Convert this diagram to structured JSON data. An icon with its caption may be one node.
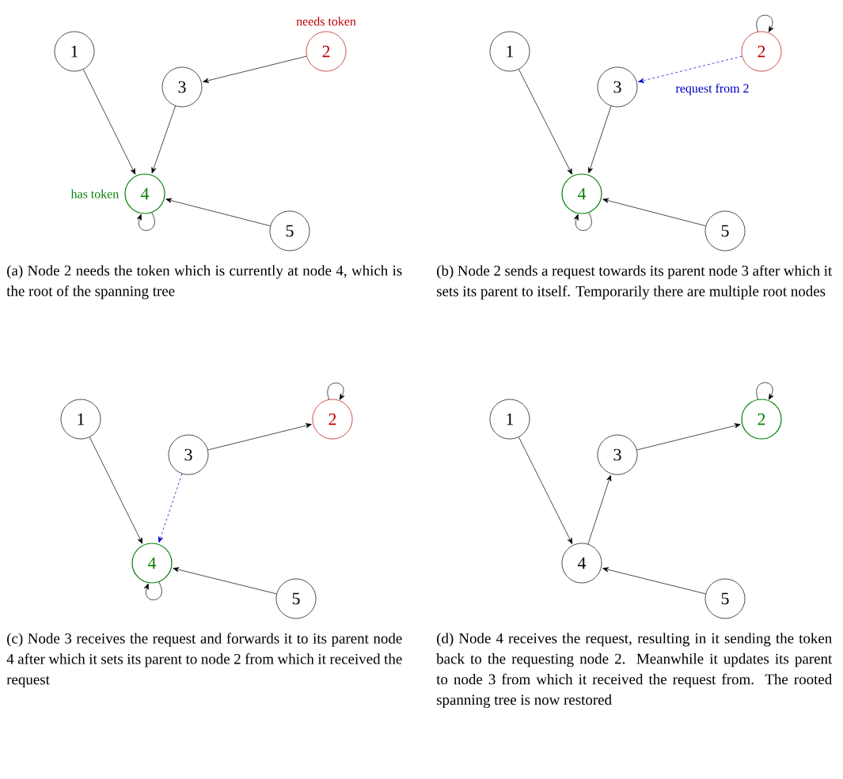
{
  "diagram": {
    "nodes": [
      {
        "text": [
          "1"
        ]
      },
      {
        "text": [
          "2"
        ],
        "beside": [
          "needs token"
        ]
      },
      {
        "text": [
          "3"
        ]
      },
      {
        "text": [
          "4"
        ],
        "beside": [
          "has token"
        ]
      },
      {
        "text": [
          "5"
        ]
      },
      {
        "text": [
          "1"
        ]
      },
      {
        "text": [
          "2"
        ]
      },
      {
        "text": [
          "3"
        ]
      },
      {
        "text": [
          "4"
        ]
      },
      {
        "text": [
          "5"
        ]
      },
      {
        "text": [
          "1"
        ]
      },
      {
        "text": [
          "2"
        ]
      },
      {
        "text": [
          "3"
        ]
      },
      {
        "text": [
          "4"
        ]
      },
      {
        "text": [
          "5"
        ]
      },
      {
        "text": [
          "1"
        ]
      },
      {
        "text": [
          "2"
        ]
      },
      {
        "text": [
          "3"
        ]
      },
      {
        "text": [
          "4"
        ]
      },
      {
        "text": [
          "5"
        ]
      }
    ],
    "edges": [
      {
        "from": 0,
        "to": 3,
        "arrow": "to"
      },
      {
        "from": 2,
        "to": 3,
        "arrow": "to"
      },
      {
        "from": 1,
        "to": 2,
        "arrow": "to"
      },
      {
        "from": 4,
        "to": 3,
        "arrow": "to"
      },
      {
        "from": 3,
        "to": 3,
        "arrow": "to"
      },
      {
        "from": 5,
        "to": 8,
        "arrow": "to"
      },
      {
        "from": 7,
        "to": 8,
        "arrow": "to"
      },
      {
        "from": 9,
        "to": 8,
        "arrow": "to"
      },
      {
        "from": 8,
        "to": 8,
        "arrow": "to"
      },
      {
        "from": 6,
        "to": 6,
        "arrow": "to"
      },
      {
        "from": 6,
        "to": 7,
        "arrow": "to",
        "label": "request from 2",
        "style": "dashed",
        "color": "#0000c0"
      },
      {
        "from": 10,
        "to": 13,
        "arrow": "to"
      },
      {
        "from": 12,
        "to": 11,
        "arrow": "to"
      },
      {
        "from": 12,
        "to": 13,
        "arrow": "to",
        "style": "dashed",
        "color": "#0000c0"
      },
      {
        "from": 14,
        "to": 13,
        "arrow": "to"
      },
      {
        "from": 13,
        "to": 13,
        "arrow": "to"
      },
      {
        "from": 11,
        "to": 11,
        "arrow": "to"
      },
      {
        "from": 15,
        "to": 18,
        "arrow": "to"
      },
      {
        "from": 18,
        "to": 17,
        "arrow": "to"
      },
      {
        "from": 17,
        "to": 16,
        "arrow": "to"
      },
      {
        "from": 19,
        "to": 18,
        "arrow": "to"
      },
      {
        "from": 16,
        "to": 16,
        "arrow": "to"
      }
    ],
    "labels": [
      "(a) Node 2 needs the token which is currently at node 4, which is the root of the spanning tree",
      "(b) Node 2 sends a request towards its parent node 3 after which it sets its parent to itself. Temporarily there are multiple root nodes",
      "(c) Node 3 receives the request and forwards it to its parent node 4 after which it sets its parent to node 2 from which it received the request",
      "(d) Node 4 receives the request, resulting in it sending the token back to the requesting node 2. Meanwhile it updates its parent to node 3 from which it received the request from. The rooted spanning tree is now restored"
    ]
  }
}
